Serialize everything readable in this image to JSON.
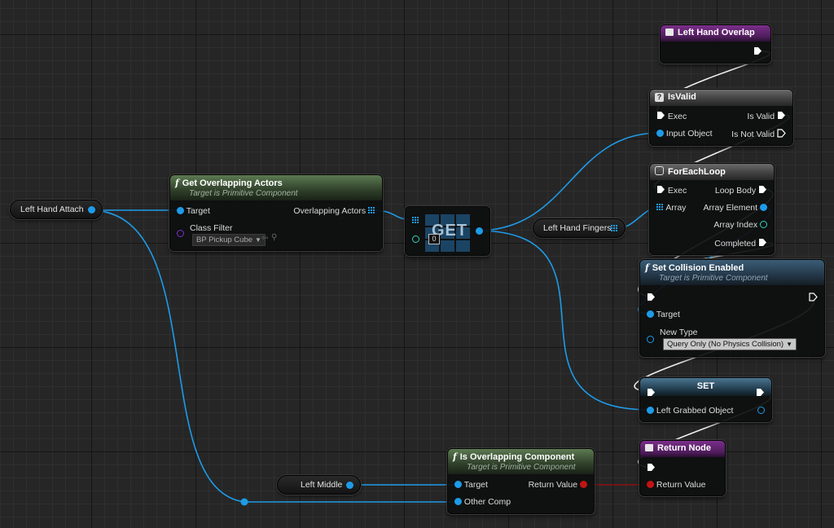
{
  "nodes": {
    "left_hand_overlap": {
      "title": "Left Hand Overlap"
    },
    "is_valid": {
      "title": "IsValid",
      "icon_glyph": "?",
      "pins": {
        "exec": "Exec",
        "input_object": "Input Object",
        "is_valid": "Is Valid",
        "is_not_valid": "Is Not Valid"
      }
    },
    "for_each_loop": {
      "title": "ForEachLoop",
      "pins": {
        "exec": "Exec",
        "array": "Array",
        "loop_body": "Loop Body",
        "array_element": "Array Element",
        "array_index": "Array Index",
        "completed": "Completed"
      }
    },
    "set_collision_enabled": {
      "title": "Set Collision Enabled",
      "subtitle": "Target is Primitive Component",
      "pins": {
        "target": "Target",
        "new_type": "New Type"
      },
      "new_type_value": "Query Only (No Physics Collision)"
    },
    "set_node": {
      "title": "SET",
      "pins": {
        "left_grabbed_object": "Left Grabbed Object"
      }
    },
    "return_node": {
      "title": "Return Node",
      "pins": {
        "return_value": "Return Value"
      }
    },
    "is_overlapping_component": {
      "title": "Is Overlapping Component",
      "subtitle": "Target is Primitive Component",
      "pins": {
        "target": "Target",
        "other_comp": "Other Comp",
        "return_value": "Return Value"
      }
    },
    "get_overlapping_actors": {
      "title": "Get Overlapping Actors",
      "subtitle": "Target is Primitive Component",
      "pins": {
        "target": "Target",
        "class_filter": "Class Filter",
        "overlapping_actors": "Overlapping Actors"
      },
      "class_filter_value": "BP Pickup Cube"
    },
    "get_array": {
      "title": "GET",
      "index": "0"
    },
    "left_hand_attach": {
      "label": "Left Hand Attach"
    },
    "left_hand_fingers": {
      "label": "Left Hand Fingers"
    },
    "left_middle": {
      "label": "Left Middle"
    }
  },
  "colors": {
    "background": "#262626",
    "wire_object": "#1e9be8",
    "wire_exec": "#ffffff",
    "wire_bool": "#8c1010",
    "pin_int": "#2fd1b6",
    "pin_class": "#7a2fd0",
    "header_function": "#5c7a52",
    "header_event": "#7a2f8a",
    "header_target_function": "#3b5d77"
  },
  "icons": {
    "function": "function-f-icon",
    "event": "event-box-icon",
    "branch": "question-mark-icon",
    "loop": "foreach-loop-icon",
    "exec": "exec-arrow-icon",
    "array": "array-grid-icon"
  }
}
